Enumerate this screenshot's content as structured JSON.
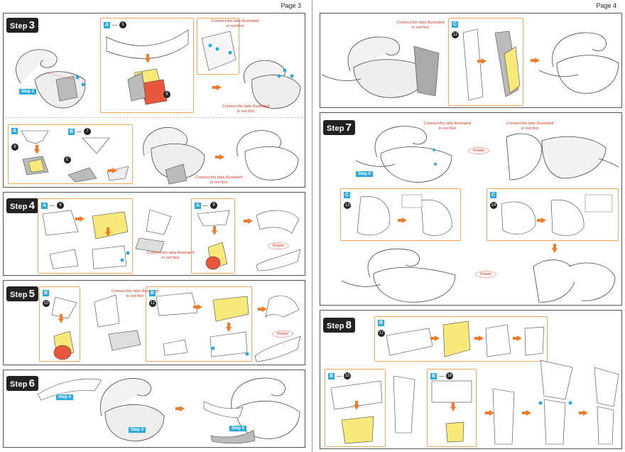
{
  "pages": [
    {
      "number_label": "Page 3"
    },
    {
      "number_label": "Page 4"
    }
  ],
  "step_word": "Step",
  "instruction_connect": "Connect the tabs illustrated in red first",
  "rotate_label": "Rotate",
  "colors": {
    "accent_blue": "#29a9dc",
    "arrow_orange": "#f07c2a",
    "note_red": "#e23a24",
    "highlight_yellow": "#f7e97a",
    "highlight_red": "#e8563b",
    "badge_black": "#222222"
  },
  "steps": [
    {
      "num": "3",
      "parts": [
        {
          "tag": "A",
          "num": "5"
        },
        {
          "tag": "",
          "num": "6"
        },
        {
          "tag": "A",
          "num": "6"
        },
        {
          "tag": "B",
          "num": "7"
        }
      ],
      "refs": [
        "Step 2"
      ]
    },
    {
      "num": "4",
      "parts": [
        {
          "tag": "A",
          "num": "8"
        },
        {
          "tag": "A",
          "num": "9"
        }
      ]
    },
    {
      "num": "5",
      "parts": [
        {
          "tag": "B",
          "num": "10"
        },
        {
          "tag": "B",
          "num": "11"
        }
      ]
    },
    {
      "num": "6",
      "refs": [
        "Step 4",
        "Step 3",
        "Step 5"
      ]
    },
    {
      "num": "",
      "parts": [
        {
          "tag": "C",
          "num": "12"
        }
      ]
    },
    {
      "num": "7",
      "parts": [
        {
          "tag": "C",
          "num": "13"
        },
        {
          "tag": "C",
          "num": "14"
        }
      ],
      "refs": [
        "Step 6"
      ]
    },
    {
      "num": "8",
      "parts": [
        {
          "tag": "B",
          "num": "17"
        },
        {
          "tag": "B",
          "num": "15"
        },
        {
          "tag": "B",
          "num": "16"
        }
      ]
    }
  ],
  "small_markers": {
    "e": "E"
  }
}
